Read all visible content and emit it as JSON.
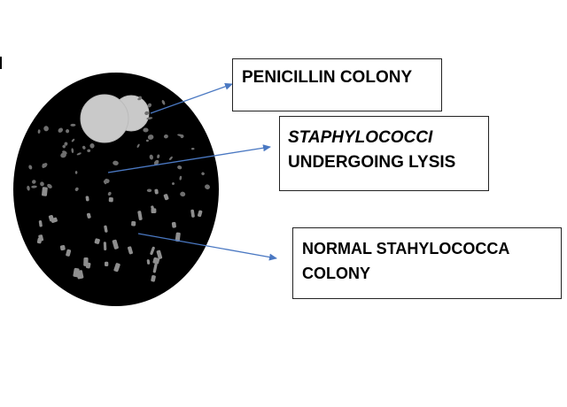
{
  "labels": {
    "penicillin": "PENICILLIN COLONY",
    "lysis_line1": "STAPHYLOCOCCI",
    "lysis_line2": "UNDERGOING LYSIS",
    "normal_line1": "NORMAL STAHYLOCOCCA",
    "normal_line2": "COLONY"
  },
  "colors": {
    "plate": "#000000",
    "penicillin_colony": "#c9c9c9",
    "normal_colony": "#8e8e8e",
    "lysing_colony": "#6f6f6f",
    "arrow": "#4a78c2"
  }
}
